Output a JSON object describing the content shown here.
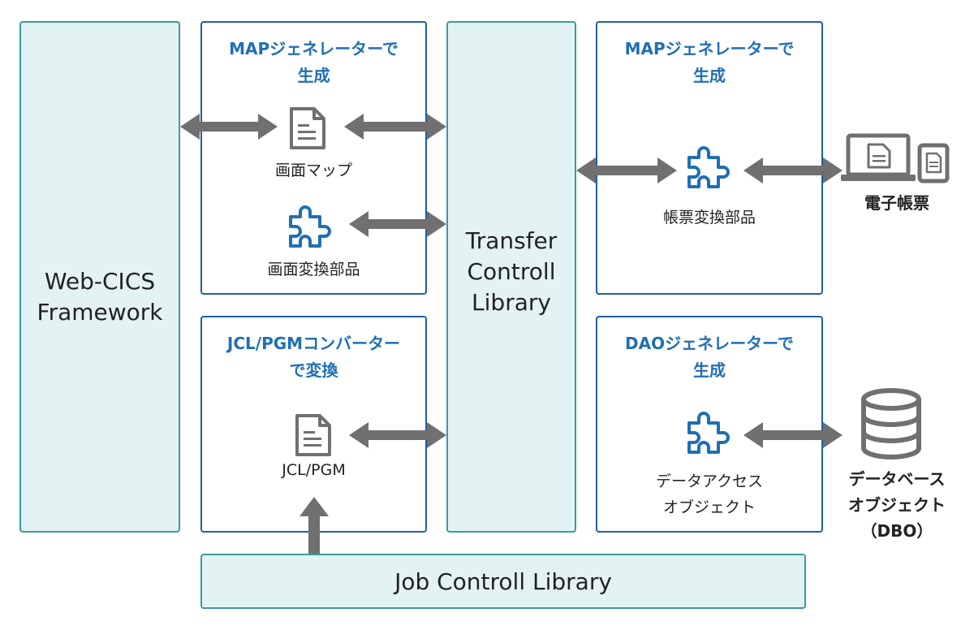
{
  "framework": {
    "line1": "Web-CICS",
    "line2": "Framework"
  },
  "transfer": {
    "line1": "Transfer",
    "line2": "Controll",
    "line3": "Library"
  },
  "job": {
    "label": "Job Controll Library"
  },
  "panel_map_left": {
    "title1": "MAPジェネレーターで",
    "title2": "生成",
    "item1": "画面マップ",
    "item2": "画面変換部品"
  },
  "panel_jcl": {
    "title1": "JCL/PGMコンバーター",
    "title2": "で変換",
    "item1": "JCL/PGM"
  },
  "panel_map_right": {
    "title1": "MAPジェネレーターで",
    "title2": "生成",
    "item1": "帳票変換部品"
  },
  "panel_dao": {
    "title1": "DAOジェネレーターで",
    "title2": "生成",
    "item1_line1": "データアクセス",
    "item1_line2": "オブジェクト"
  },
  "external": {
    "ereport": "電子帳票",
    "db_line1": "データベース",
    "db_line2": "オブジェクト",
    "db_line3": "（DBO）"
  },
  "colors": {
    "teal_border": "#3a9a9f",
    "teal_fill": "#e3f3f4",
    "panel_border": "#1f5fa0",
    "title_blue": "#1f6fb4",
    "arrow_gray": "#707070",
    "puzzle_blue": "#1f6fb4"
  },
  "icons": [
    "document-icon",
    "puzzle-icon",
    "laptop-icon",
    "tablet-icon",
    "database-icon"
  ]
}
